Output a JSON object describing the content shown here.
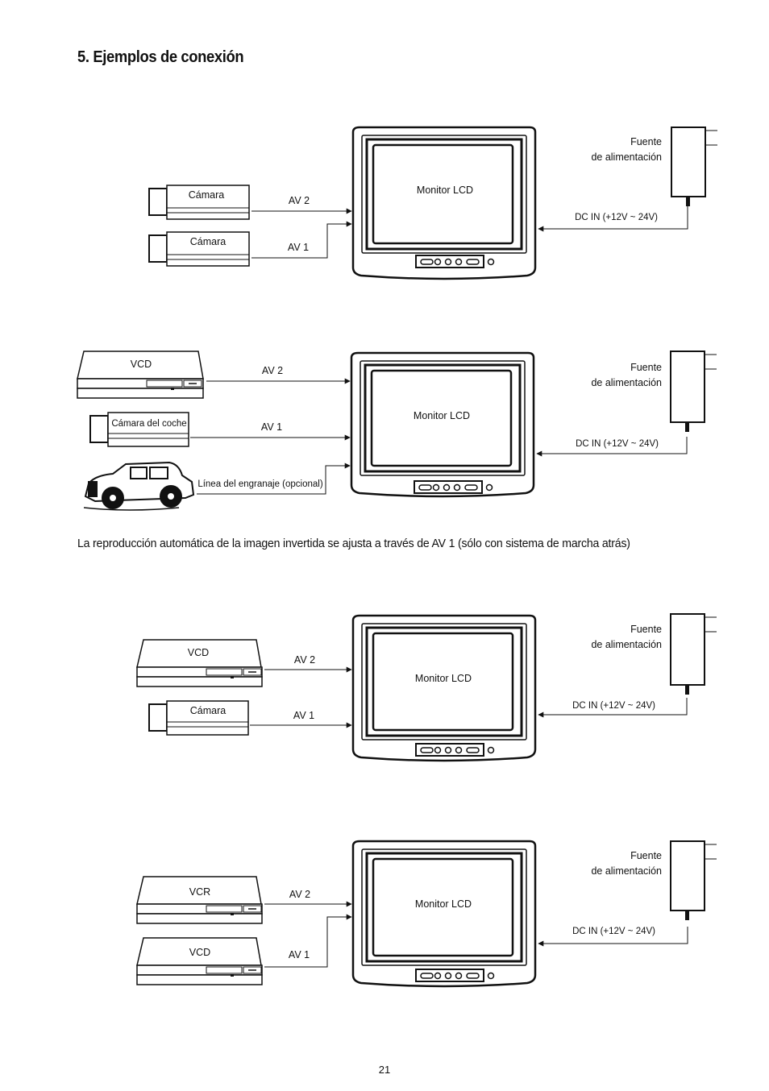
{
  "title": "5.  Ejemplos de conexión",
  "note": "La reproducción automática de la imagen invertida se ajusta a través de AV 1 (sólo con sistema de marcha atrás)",
  "page_number": "21",
  "diagrams": [
    {
      "monitor": "Monitor LCD",
      "power_label_1": "Fuente",
      "power_label_2": "de alimentación",
      "dc_in": "DC IN (+12V ~ 24V)",
      "devices": [
        {
          "label": "Cámara",
          "port": "AV 2"
        },
        {
          "label": "Cámara",
          "port": "AV 1"
        }
      ]
    },
    {
      "monitor": "Monitor LCD",
      "power_label_1": "Fuente",
      "power_label_2": "de alimentación",
      "dc_in": "DC IN (+12V ~ 24V)",
      "devices": [
        {
          "label": "VCD",
          "port": "AV 2"
        },
        {
          "label": "Cámara del coche",
          "port": "AV 1"
        },
        {
          "label": "Línea del engranaje (opcional)"
        }
      ]
    },
    {
      "monitor": "Monitor LCD",
      "power_label_1": "Fuente",
      "power_label_2": "de alimentación",
      "dc_in": "DC IN (+12V ~ 24V)",
      "devices": [
        {
          "label": "VCD",
          "port": "AV 2"
        },
        {
          "label": "Cámara",
          "port": "AV 1"
        }
      ]
    },
    {
      "monitor": "Monitor LCD",
      "power_label_1": "Fuente",
      "power_label_2": "de alimentación",
      "dc_in": "DC IN (+12V ~ 24V)",
      "devices": [
        {
          "label": "VCR",
          "port": "AV 2"
        },
        {
          "label": "VCD",
          "port": "AV 1"
        }
      ]
    }
  ]
}
